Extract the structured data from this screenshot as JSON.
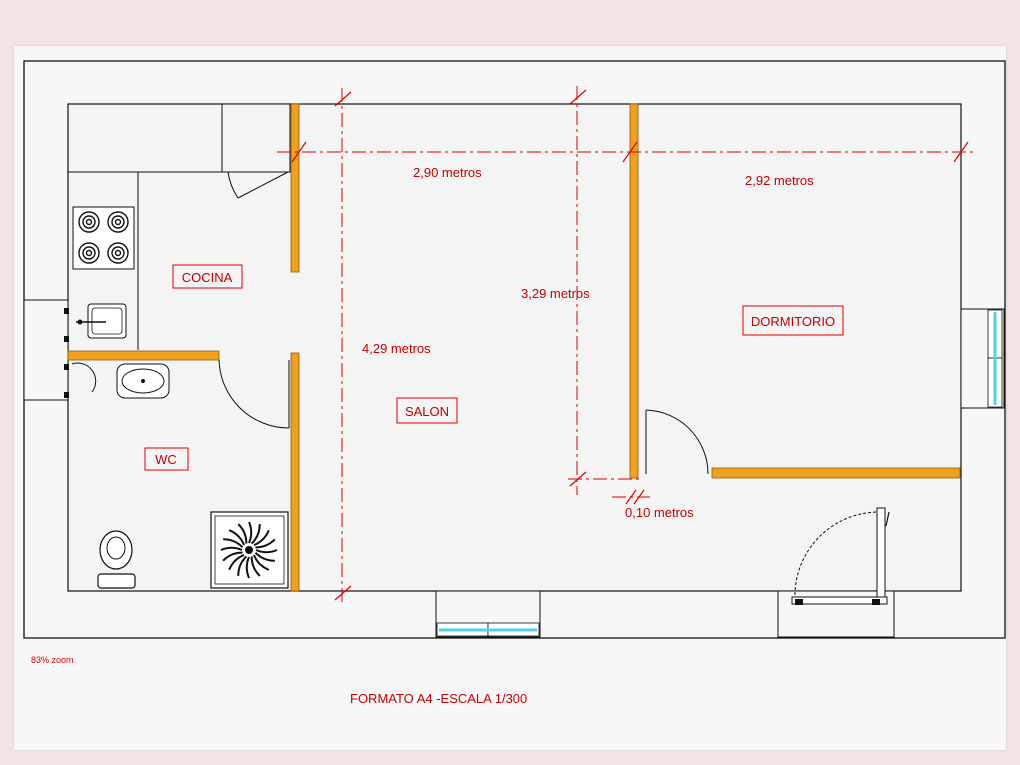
{
  "rooms": {
    "cocina": "COCINA",
    "salon": "SALON",
    "dormitorio": "DORMITORIO",
    "wc": "WC"
  },
  "dimensions": {
    "salon_width": "2,90 metros",
    "dormitorio_width": "2,92 metros",
    "salon_height": "4,29 metros",
    "dormitorio_height": "3,29 metros",
    "wall_thickness": "0,10 metros"
  },
  "footer": {
    "zoom": "83% zoom",
    "format": "FORMATO A4 -ESCALA 1/300"
  },
  "colors": {
    "background": "#f3e4e4",
    "sheet": "#f7f7f7",
    "wall": "#f0a020",
    "dimension": "#e00000",
    "window_glass": "#4fd2e6",
    "outline": "#111111"
  }
}
